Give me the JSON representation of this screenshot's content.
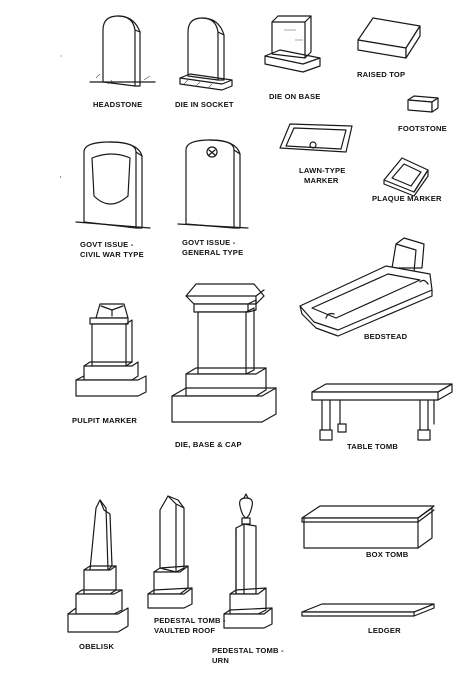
{
  "labels": {
    "headstone": "HEADSTONE",
    "die_in_socket": "DIE IN SOCKET",
    "die_on_base": "DIE ON BASE",
    "raised_top": "RAISED TOP",
    "footstone": "FOOTSTONE",
    "lawn_type_marker_1": "LAWN-TYPE",
    "lawn_type_marker_2": "MARKER",
    "plaque_marker": "PLAQUE MARKER",
    "govt_civil_war_1": "GOVT ISSUE -",
    "govt_civil_war_2": "CIVIL WAR TYPE",
    "govt_general_1": "GOVT ISSUE -",
    "govt_general_2": "GENERAL TYPE",
    "bedstead": "BEDSTEAD",
    "pulpit_marker": "PULPIT MARKER",
    "die_base_cap": "DIE, BASE & CAP",
    "table_tomb": "TABLE TOMB",
    "box_tomb": "BOX TOMB",
    "obelisk": "OBELISK",
    "pedestal_vaulted_1": "PEDESTAL TOMB -",
    "pedestal_vaulted_2": "VAULTED ROOF",
    "pedestal_urn_1": "PEDESTAL TOMB -",
    "pedestal_urn_2": "URN",
    "ledger": "LEDGER"
  }
}
